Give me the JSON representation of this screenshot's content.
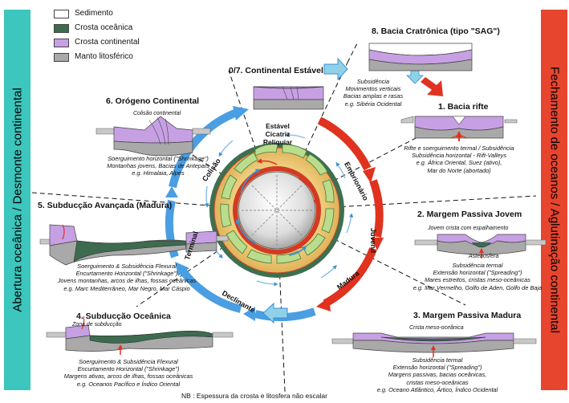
{
  "side_left": "Abertura oceânica / Desmonte continental",
  "side_right": "Fechamento de oceanos / Aglutinação continental",
  "legend": [
    {
      "label": "Sedimento",
      "color": "#ffffff"
    },
    {
      "label": "Crosta oceânica",
      "color": "#3d6b4f"
    },
    {
      "label": "Crosta continental",
      "color": "#c7a0e4"
    },
    {
      "label": "Manto litosférico",
      "color": "#a9a9a9"
    }
  ],
  "stages": {
    "s07": {
      "title": "0/7. Continental Estável",
      "desc": [
        "Subsidência",
        "Movimentos verticais",
        "Bacias amplas e rasas",
        "e.g. Sibéria Ocidental"
      ]
    },
    "s8": {
      "title": "8. Bacia Cratrônica (tipo \"SAG\")"
    },
    "s1": {
      "title": "1. Bacia rifte",
      "desc": [
        "Rifte e soerguimento termal / Subsidência",
        "Subsidência horizontal - Rift-Valleys",
        "e.g. África Oriental, Suez (ativo),",
        "Mar do Norte (abortado)"
      ]
    },
    "s2": {
      "title": "2. Margem Passiva Jovem",
      "label": "Jovem crista com espalhamento",
      "label2": "Astenosfera",
      "desc": [
        "Subsidência termal",
        "Extensão horizontal (\"Spreading\")",
        "Mares estreitos, cristas meso-oceânicas",
        "e.g. Mar Vermelho, Golfo de Aden, Golfo de Baja"
      ]
    },
    "s3": {
      "title": "3. Margem Passiva Madura",
      "label": "Crista meso-oceânica",
      "desc": [
        "Subsidência termal",
        "Extensão horizontal (\"Spreading\")",
        "Margens passivas, bacias oceânicas,",
        "cristas meso-oceânicas",
        "e.g. Oceano Atlântico, Ártico, Índico Ocidental"
      ]
    },
    "s4": {
      "title": "4. Subducção Oceânica",
      "label": "Zona de subducção",
      "desc": [
        "Soerguimento & Subsidência Flexural",
        "Encurtamento Horizontal (\"Shrinkage\")",
        "Margens ativas, arcos de ilhas, fossas oceânicas",
        "e.g. Oceanos Pacífico e Índico Oriental"
      ]
    },
    "s5": {
      "title": "5. Subducção Avançada (Madura)",
      "desc": [
        "Soerguimento & Subsidência Flexural",
        "Encurtamento Horizontal (\"Shrinkage\")",
        "Jovens montanhas, arcos de ilhas, fossas oceânicas",
        "e.g. Marc Mediterrâneo, Mar Negro, Mar Cáspio"
      ]
    },
    "s6": {
      "title": "6. Orógeno Continental",
      "label": "Colisão continental",
      "desc": [
        "Soerguimento horizontal (\"Shrinkage\")",
        "Montanhas jovens, Bacias de Antepaís",
        "e.g. Himalaia, Alpes"
      ]
    }
  },
  "cycle": {
    "top": [
      "Estável",
      "Cicatriz",
      "Reliquiar"
    ],
    "embrionario": "Embrionário",
    "juvenil": "Juvenil",
    "madura": "Madura",
    "declinante": "Declinante",
    "terminal": "Terminal",
    "colisao": "Colisão"
  },
  "note": "NB : Espessura da crosta e litosfera não escalar"
}
